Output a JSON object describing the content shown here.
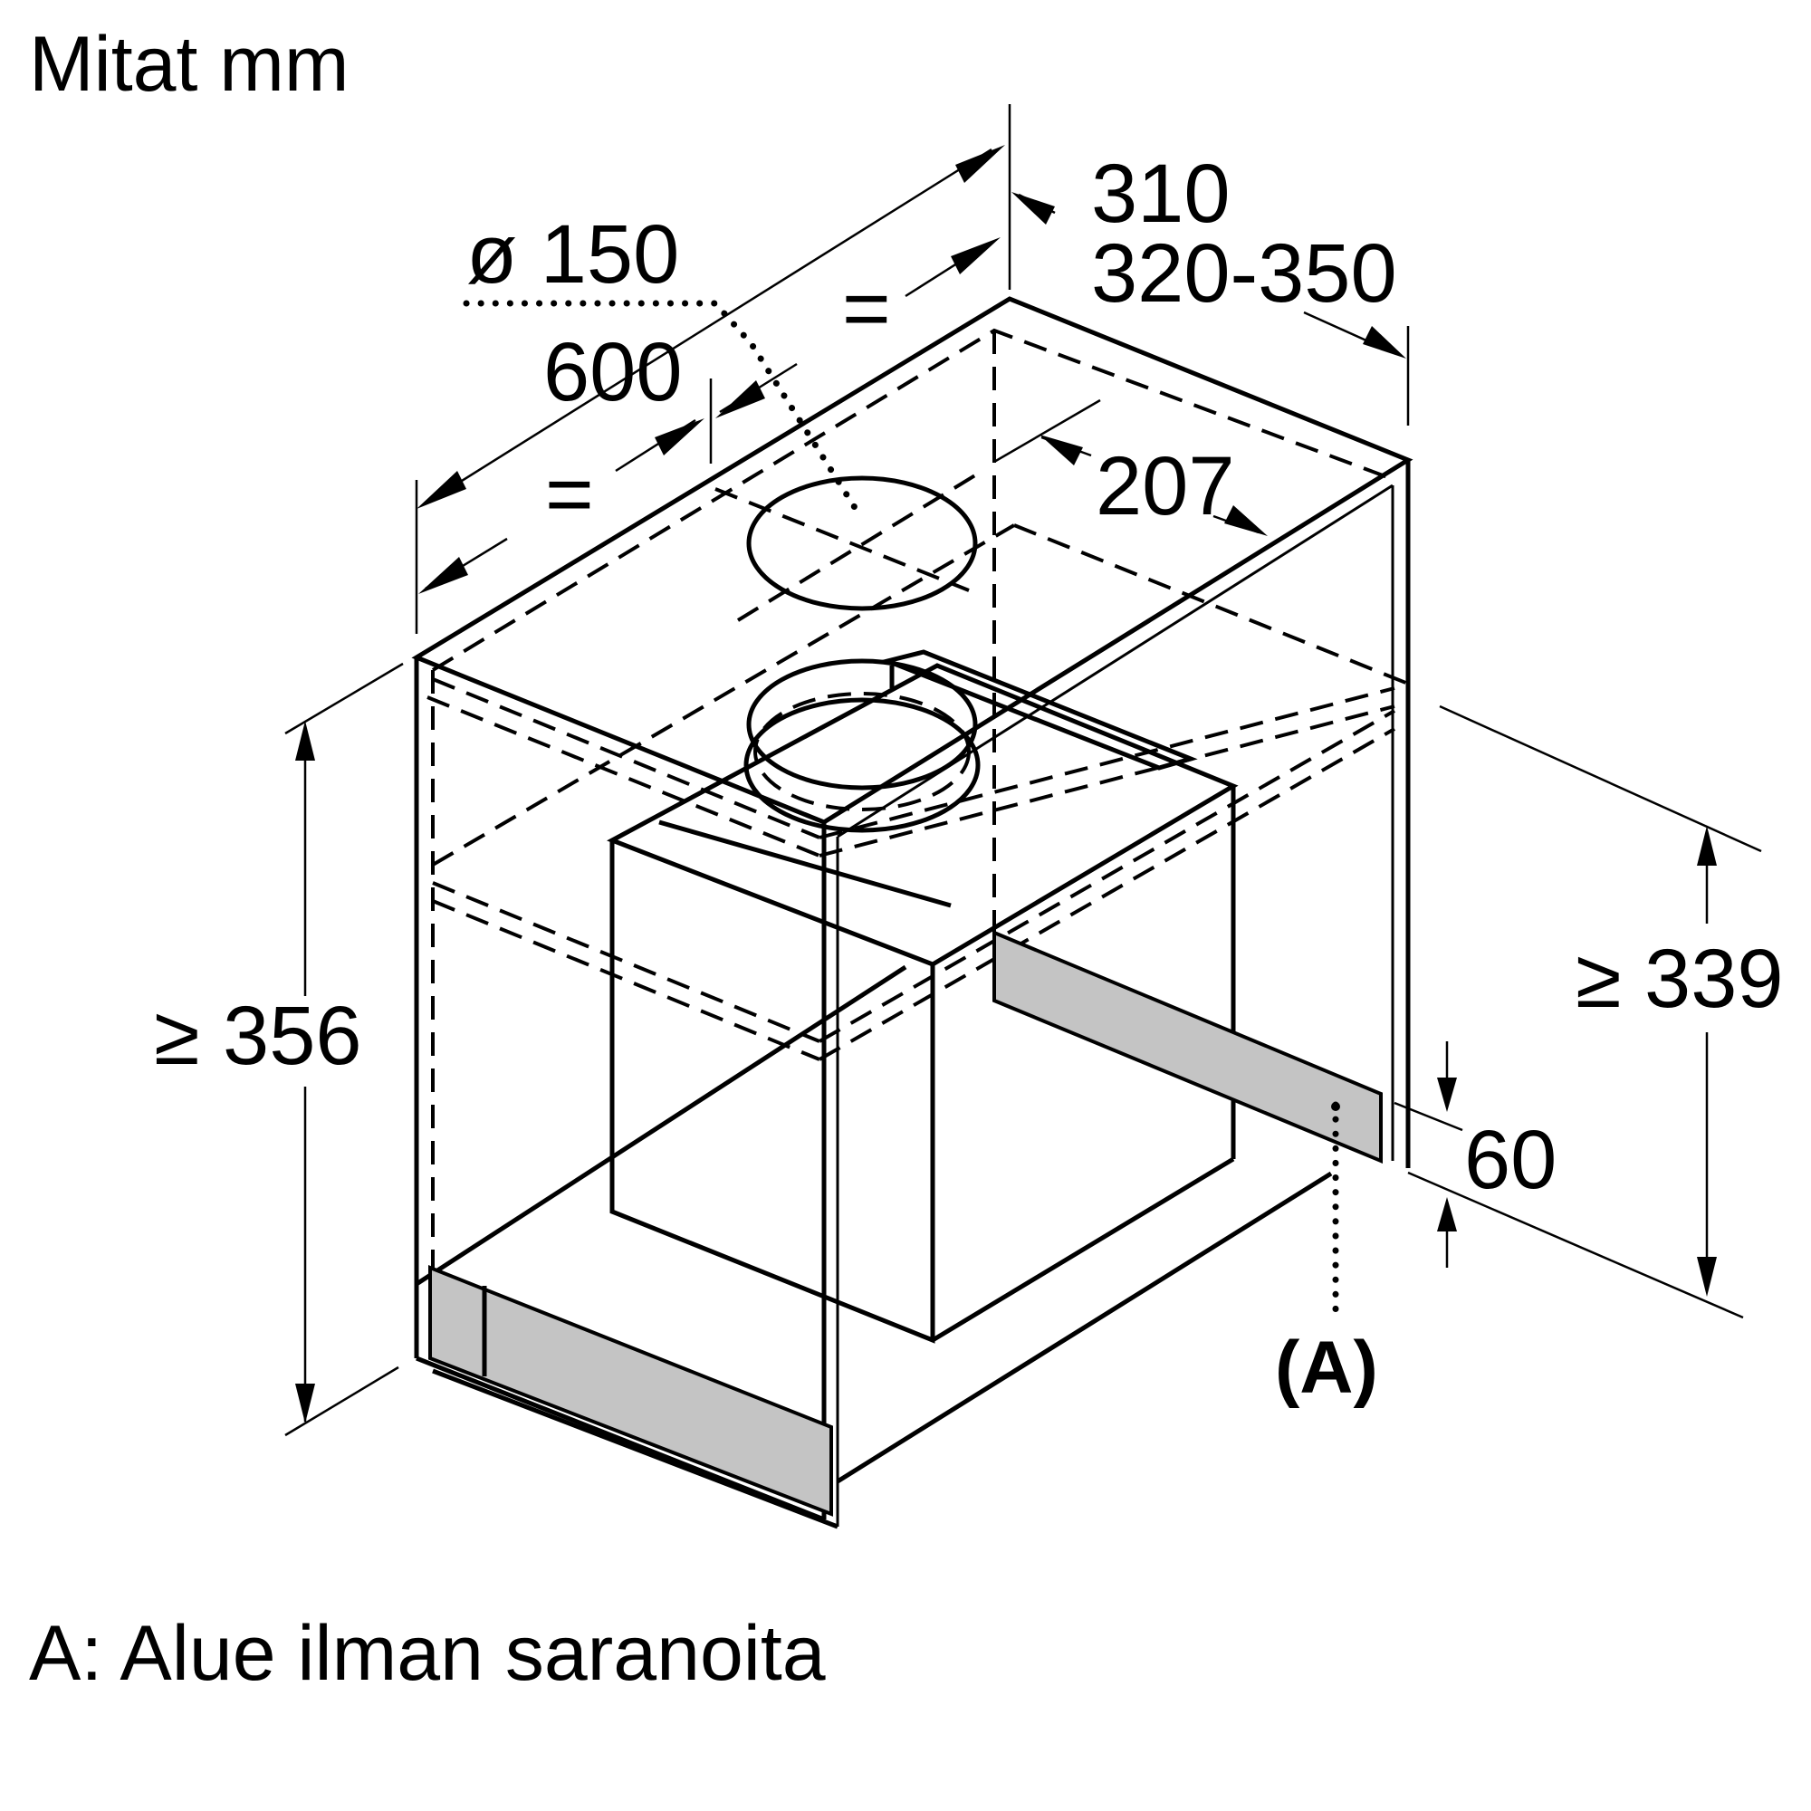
{
  "title": "Mitat mm",
  "caption": "A: Alue ilman saranoita",
  "callout_label": "(A)",
  "dimensions": {
    "duct_diameter": "ø 150",
    "width": "600",
    "equal_left": "=",
    "equal_right": "=",
    "depth_a": "310",
    "depth_b": "320-350",
    "offset": "207",
    "height_left": "≥ 356",
    "height_right": "≥ 339",
    "panel_height": "60"
  },
  "colors": {
    "line": "#000000",
    "panel_fill": "#c4c4c4",
    "background": "#ffffff"
  }
}
